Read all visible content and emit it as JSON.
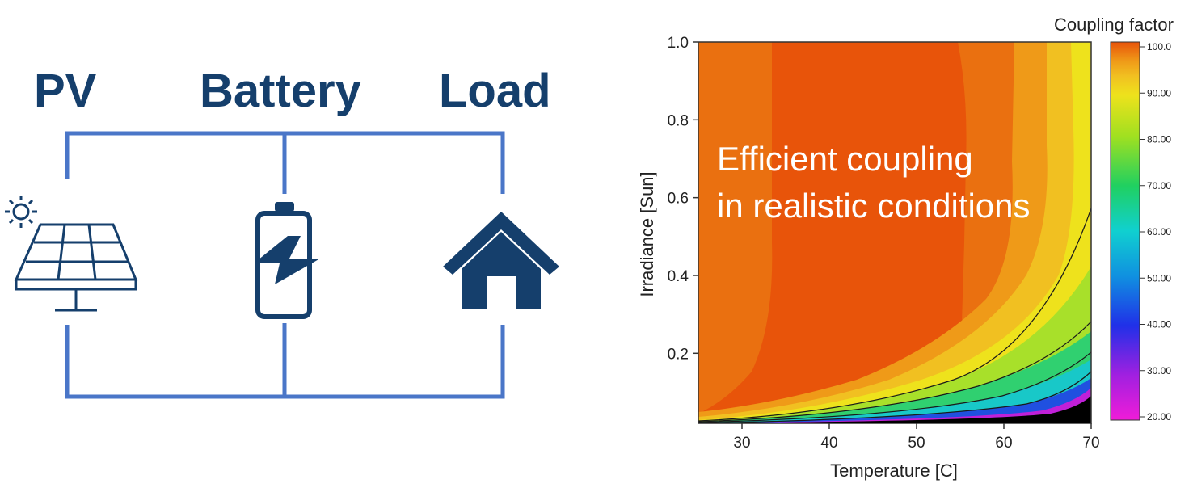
{
  "circuit": {
    "labels": {
      "pv": "PV",
      "battery": "Battery",
      "load": "Load"
    },
    "colors": {
      "wire": "#4a76c8",
      "icon": "#153f6c"
    }
  },
  "chart_data": {
    "type": "heatmap",
    "title": "",
    "xlabel": "Temperature [C]",
    "ylabel": "Irradiance [Sun]",
    "xlim": [
      25,
      70
    ],
    "ylim": [
      0.02,
      1.0
    ],
    "x_ticks": [
      30,
      40,
      50,
      60,
      70
    ],
    "x_tick_labels": [
      "30",
      "40",
      "50",
      "60",
      "70"
    ],
    "y_ticks": [
      0.2,
      0.4,
      0.6,
      0.8,
      1.0
    ],
    "y_tick_labels": [
      "0.2",
      "0.4",
      "0.6",
      "0.8",
      "1.0"
    ],
    "colorbar": {
      "title": "Coupling factor",
      "range": [
        20,
        100
      ],
      "ticks": [
        20,
        30,
        40,
        50,
        60,
        70,
        80,
        90,
        100
      ],
      "tick_labels": [
        "20.00",
        "30.00",
        "40.00",
        "50.00",
        "60.00",
        "70.00",
        "80.00",
        "90.00",
        "100.0"
      ]
    },
    "annotation": [
      "Efficient coupling",
      "in realistic conditions"
    ],
    "colors": {
      "peak": "#e8540a",
      "band_96": "#ea7010",
      "band_94": "#ef9a18",
      "band_92": "#f1c021",
      "band_90": "#eee21c",
      "low": "#000000"
    }
  }
}
